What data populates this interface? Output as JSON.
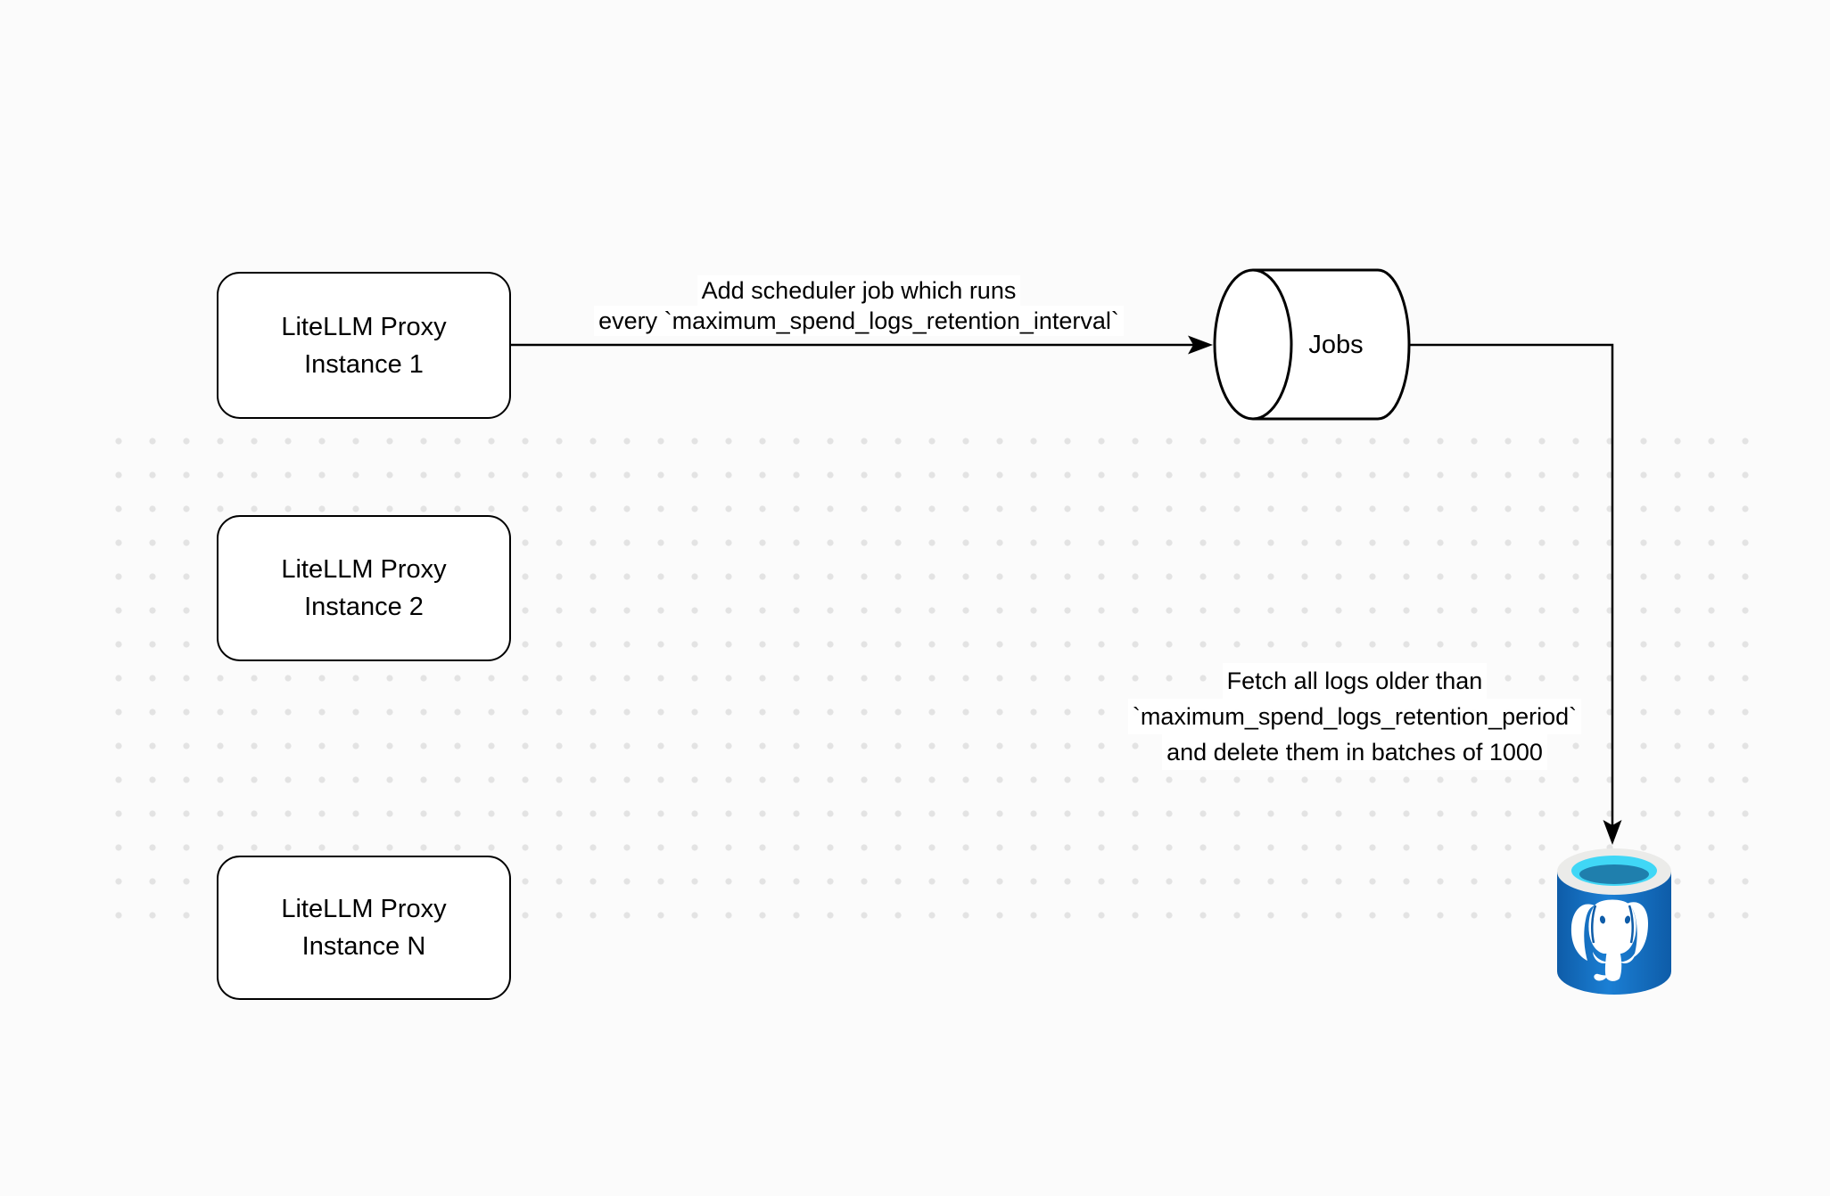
{
  "nodes": {
    "proxy1": {
      "line1": "LiteLLM Proxy",
      "line2": "Instance 1"
    },
    "proxy2": {
      "line1": "LiteLLM Proxy",
      "line2": "Instance 2"
    },
    "proxyN": {
      "line1": "LiteLLM Proxy",
      "line2": "Instance N"
    },
    "jobs": {
      "label": "Jobs"
    }
  },
  "edges": {
    "add_scheduler": {
      "line1": "Add scheduler job which runs",
      "line2": "every `maximum_spend_logs_retention_interval`"
    },
    "fetch_logs": {
      "line1": "Fetch all logs older than",
      "line2": "`maximum_spend_logs_retention_period`",
      "line3": "and delete them in batches of 1000"
    }
  },
  "icons": {
    "database": "postgresql-database-icon"
  },
  "colors": {
    "line_stroke": "#000000",
    "node_fill": "#ffffff",
    "canvas": "#fbfbfb",
    "grid_dot": "#e3e3e3",
    "pg_blue_dark": "#0e5ca8",
    "pg_blue_light": "#1b7fd4",
    "pg_cyan": "#40d7f6",
    "pg_teal": "#1f7fad",
    "pg_rim": "#ebebe9",
    "elephant": "#ffffff"
  }
}
